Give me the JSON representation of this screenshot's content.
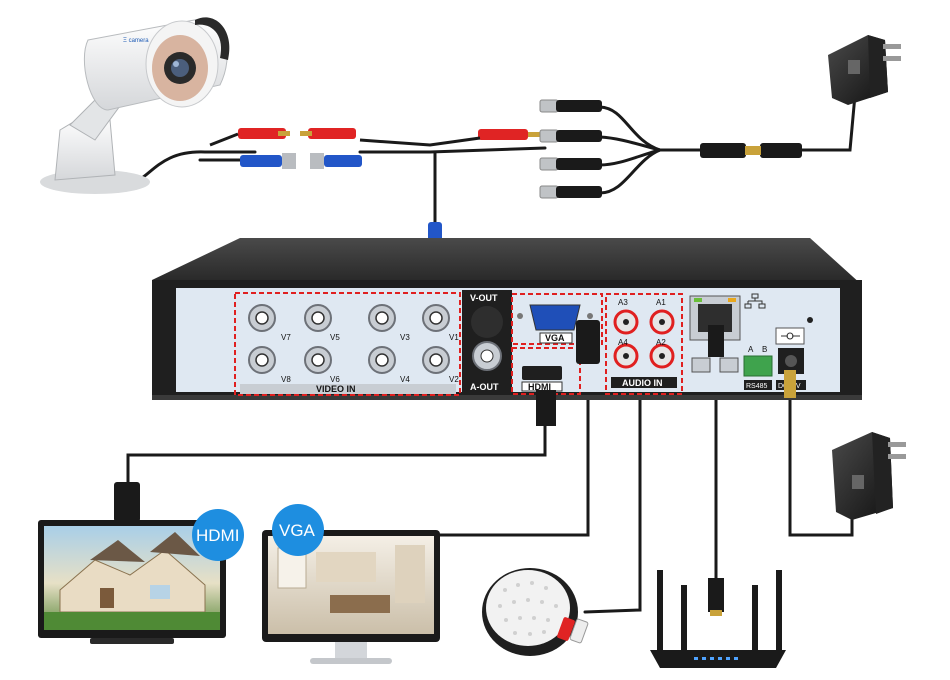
{
  "dvr": {
    "video_in_label": "VIDEO IN",
    "channels": [
      "V7",
      "V5",
      "V3",
      "V1",
      "V8",
      "V6",
      "V4",
      "V2"
    ],
    "vout_label": "V-OUT",
    "aout_label": "A-OUT",
    "vga_label": "VGA",
    "hdmi_label": "HDMI",
    "audio_in_label": "AUDIO IN",
    "audio_channels": [
      "A3",
      "A1",
      "A4",
      "A2"
    ],
    "rs485_label": "RS485",
    "dc_label": "DC12V",
    "rs485_pins": [
      "A",
      "B"
    ]
  },
  "badges": {
    "hdmi": "HDMI",
    "vga": "VGA"
  },
  "colors": {
    "dvr_body": "#2b2b2b",
    "panel": "#dfe8f2",
    "callout_dash": "#e02020",
    "badge_blue": "#1e8ee0",
    "cable": "#1a1a1a",
    "rca_red": "#e02424",
    "bnc_blue": "#2256c8"
  },
  "icons": [
    "camera-icon",
    "power-adapter-icon",
    "dvr-icon",
    "tv-monitor-icon",
    "vga-monitor-icon",
    "microphone-icon",
    "router-icon",
    "network-icon"
  ]
}
